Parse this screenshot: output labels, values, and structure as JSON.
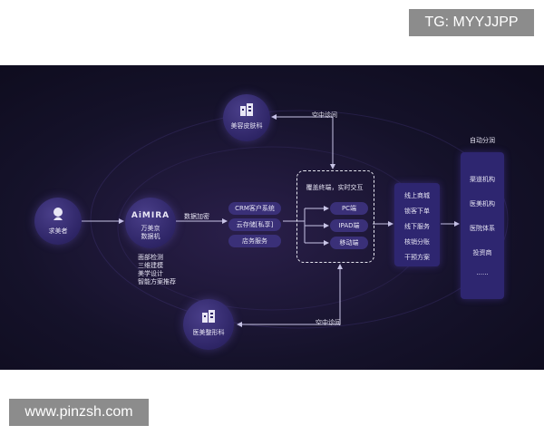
{
  "watermarks": {
    "top": "TG: MYYJJPP",
    "bottom": "www.pinzsh.com"
  },
  "nodes": {
    "beauty_skin": "美容皮肤科",
    "customer": "求美者",
    "aimira_logo": "AiMIRA",
    "aimira_name_line1": "万美京",
    "aimira_name_line2": "数据机",
    "aimira_features": [
      "面部检测",
      "三维建模",
      "美学设计",
      "智能方案推荐"
    ],
    "medical_plastic": "医美整形科"
  },
  "labels": {
    "air_consult_top": "空中诊间",
    "air_consult_bottom": "空中诊间",
    "data_encrypt": "数据加密",
    "coverage": "覆盖终端，实时交互",
    "auto_split": "自动分润"
  },
  "systems": [
    "CRM客户系统",
    "云存储[私享]",
    "店务服务"
  ],
  "terminals": [
    "PC端",
    "IPAD端",
    "移动端"
  ],
  "services": [
    "线上商城",
    "锁客下单",
    "线下服务",
    "核销分账",
    "干预方案"
  ],
  "profit": [
    "渠道机构",
    "医美机构",
    "医院体系",
    "投资商",
    "......"
  ],
  "colors": {
    "panel_bg": "#15122a",
    "node": "#2e2566",
    "pill": "#3a3078",
    "line": "#c8c4e6"
  }
}
